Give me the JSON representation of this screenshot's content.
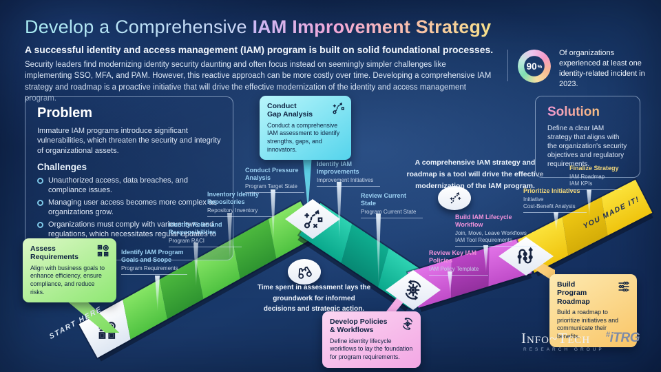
{
  "header": {
    "title_light": "Develop a Comprehensive ",
    "title_bold": "IAM Improvement Strategy",
    "subtitle": "A successful identity and access management (IAM) program is built on solid foundational processes.",
    "lede": "Security leaders find modernizing identity security daunting and often focus instead on seemingly simpler challenges like implementing SSO, MFA, and PAM. However, this reactive approach can be more costly over time. Developing a comprehensive IAM strategy and roadmap is a proactive initiative that will drive the effective modernization of the identity and access management program.",
    "stat": {
      "value": "90",
      "unit": "%",
      "text": "Of organizations experienced at least one identity-related incident in 2023."
    }
  },
  "problem": {
    "title": "Problem",
    "body": "Immature IAM programs introduce significant vulnerabilities, which threaten the security and integrity of organizational assets.",
    "challenges_title": "Challenges",
    "challenges": [
      "Unauthorized access, data breaches, and compliance issues.",
      "Managing user access becomes more complex as organizations grow.",
      "Organizations must comply with various laws and regulations, which necessitates regular updates to IAM programs."
    ]
  },
  "solution": {
    "title": "Solution",
    "body": "Define a clear IAM strategy that aligns with the organization's security objectives and regulatory requirements."
  },
  "callouts": {
    "gap": {
      "title": "Conduct\nGap Analysis",
      "body": "Conduct a comprehensive IAM assessment to identify strengths, gaps, and innovators.",
      "icon": "route-map-icon"
    },
    "assess": {
      "title": "Assess\nRequirements",
      "body": "Align with business goals to enhance efficiency, ensure compliance, and reduce risks.",
      "icon": "qr-target-icon"
    },
    "develop": {
      "title": "Develop Policies\n& Workflows",
      "body": "Define identity lifecycle workflows to lay the foundation for program requirements.",
      "icon": "gear-cycle-icon"
    },
    "roadmap": {
      "title": "Build\nProgram Roadmap",
      "body": "Build a roadmap to prioritize initiatives and communicate their benefits.",
      "icon": "sliders-icon"
    }
  },
  "annotations": {
    "assessment_note": "Time spent in assessment lays the groundwork for informed decisions and strategic action.",
    "strategy_note": "A comprehensive IAM strategy and roadmap is a tool will drive the effective modernization of the IAM program."
  },
  "path": {
    "start_label": "START HERE",
    "end_label": "YOU MADE IT!",
    "steps": [
      {
        "title": "Identify IAM Program Goals and Scope",
        "subtitle": "Program Requirements",
        "phase": "green"
      },
      {
        "title": "Identify Roles and Responsibilities",
        "subtitle": "Program RACI",
        "phase": "green"
      },
      {
        "title": "Inventory Identity Repositories",
        "subtitle": "Repository Inventory",
        "phase": "green"
      },
      {
        "title": "Conduct Pressure Analysis",
        "subtitle": "Program Target State",
        "phase": "green"
      },
      {
        "title": "Identify IAM Improvements",
        "subtitle": "Improvement Initiatives",
        "phase": "teal"
      },
      {
        "title": "Review Current State",
        "subtitle": "Program Current State",
        "phase": "teal"
      },
      {
        "title": "Review Key IAM Policies",
        "subtitle": "IAM Policy Template",
        "phase": "magenta"
      },
      {
        "title": "Build IAM Lifecycle Workflow",
        "subtitle": "Join, Move, Leave Workflows\nIAM Tool Requirements",
        "phase": "magenta"
      },
      {
        "title": "Prioritize Initiatives",
        "subtitle": "Initiative\nCost-Benefit Analysis",
        "phase": "yellow"
      },
      {
        "title": "Finalize Strategy",
        "subtitle": "IAM Roadmap\nIAM KPIs",
        "phase": "yellow"
      }
    ]
  },
  "footer": {
    "logo_main": "Info~Tech",
    "logo_sub": "RESEARCH GROUP",
    "logo_right": "iTRG",
    "logo_hash": "#"
  },
  "icons": {
    "stat": "donut-progress-icon",
    "peak_tile": "route-map-icon",
    "valley_tile": "gear-cycle-icon",
    "workflow_tile": "workflow-nodes-icon",
    "start_tile": "qr-code-icon",
    "assessment_oval": "binoculars-icon",
    "strategy_oval": "trail-path-icon"
  },
  "colors": {
    "background": "#16305c",
    "accent_cyan": "#59d2ea",
    "phase_green": "#5ecb49",
    "phase_teal": "#11b397",
    "phase_magenta": "#c94fd4",
    "phase_yellow": "#f2cf14",
    "callout_green": "#9dea7f",
    "callout_pink": "#f6b0e9",
    "callout_yellow": "#fac969",
    "label_blue": "#9cd2f4",
    "label_pink": "#f293dc",
    "label_yellow": "#f6db7c"
  }
}
